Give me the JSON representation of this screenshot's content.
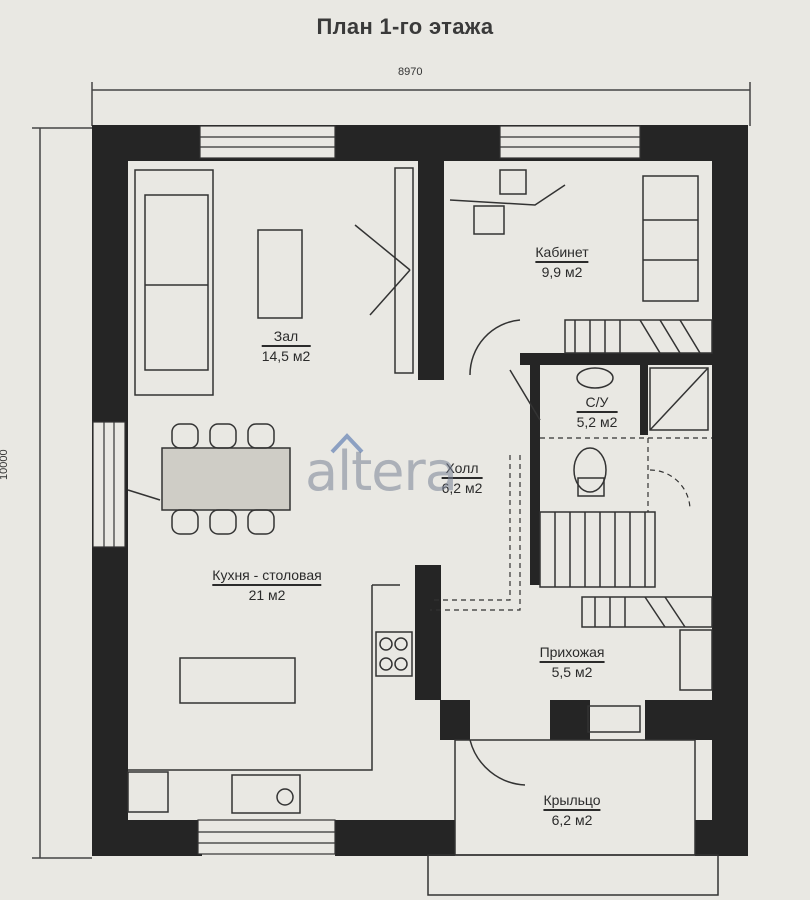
{
  "title": "План 1-го этажа",
  "dimensions": {
    "width": "8970",
    "height": "10000"
  },
  "rooms": [
    {
      "name": "Зал",
      "area": "14,5 м2"
    },
    {
      "name": "Кабинет",
      "area": "9,9 м2"
    },
    {
      "name": "С/У",
      "area": "5,2 м2"
    },
    {
      "name": "Холл",
      "area": "6,2 м2"
    },
    {
      "name": "Кухня - столовая",
      "area": "21 м2"
    },
    {
      "name": "Прихожая",
      "area": "5,5 м2"
    },
    {
      "name": "Крыльцо",
      "area": "6,2 м2"
    }
  ],
  "watermark": "altera",
  "colors": {
    "wall": "#252525",
    "line": "#3a3a3a",
    "background": "#e9e8e3"
  }
}
